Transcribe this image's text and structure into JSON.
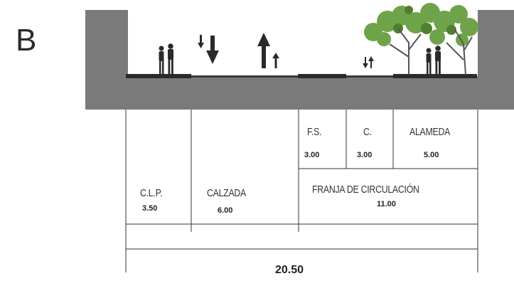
{
  "figure": {
    "panel_letter": "B",
    "segments": [
      {
        "label": "C.L.P.",
        "width": "3.50"
      },
      {
        "label": "CALZADA",
        "width": "6.00"
      },
      {
        "label": "F.S.",
        "width": "3.00"
      },
      {
        "label": "C.",
        "width": "3.00"
      },
      {
        "label": "ALAMEDA",
        "width": "5.00"
      }
    ],
    "group": {
      "label": "FRANJA DE CIRCULACIÓN",
      "width": "11.00"
    },
    "total": "20.50",
    "colors": {
      "ground": "#7a7a7a",
      "pavement": "#2b2b2b",
      "tree_foliage": "#6fa34a",
      "tree_trunk": "#555555",
      "figures": "#2a2a2a",
      "lines": "#333333"
    },
    "icons": [
      "pedestrians-icon",
      "arrow-down-icon",
      "arrow-up-icon",
      "small-arrows-icon",
      "tree-icon"
    ]
  }
}
